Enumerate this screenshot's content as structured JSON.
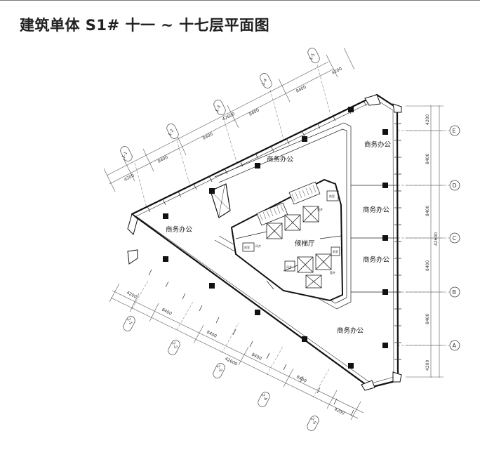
{
  "title": "建筑单体 S1# 十一 ~ 十七层平面图",
  "rooms": {
    "office_north": "商务办公",
    "office_west": "商务办公",
    "office_e1": "商务办公",
    "office_e2": "商务办公",
    "office_e3": "商务办公",
    "office_south": "商务办公",
    "elevator_lobby": "候梯厅"
  },
  "north_axes": [
    "1-1",
    "1-2",
    "1-3",
    "1-4",
    "1-5"
  ],
  "north_dims": [
    "4200",
    "8400",
    "8400",
    "8400",
    "8400",
    "4200"
  ],
  "north_total": "42600",
  "south_axes": [
    "2-1",
    "2-2",
    "2-3",
    "2-4",
    "2-5"
  ],
  "south_dims": [
    "4200",
    "8400",
    "8400",
    "8400",
    "8400",
    "4200"
  ],
  "south_total": "42600",
  "east_axes": [
    "E",
    "D",
    "C",
    "B",
    "A"
  ],
  "east_dims": [
    "4200",
    "8400",
    "8400",
    "8400",
    "8400",
    "4200"
  ],
  "east_total": "42600",
  "core_tags": [
    "前室",
    "前室",
    "前室",
    "风井",
    "风井",
    "管井",
    "管井"
  ]
}
